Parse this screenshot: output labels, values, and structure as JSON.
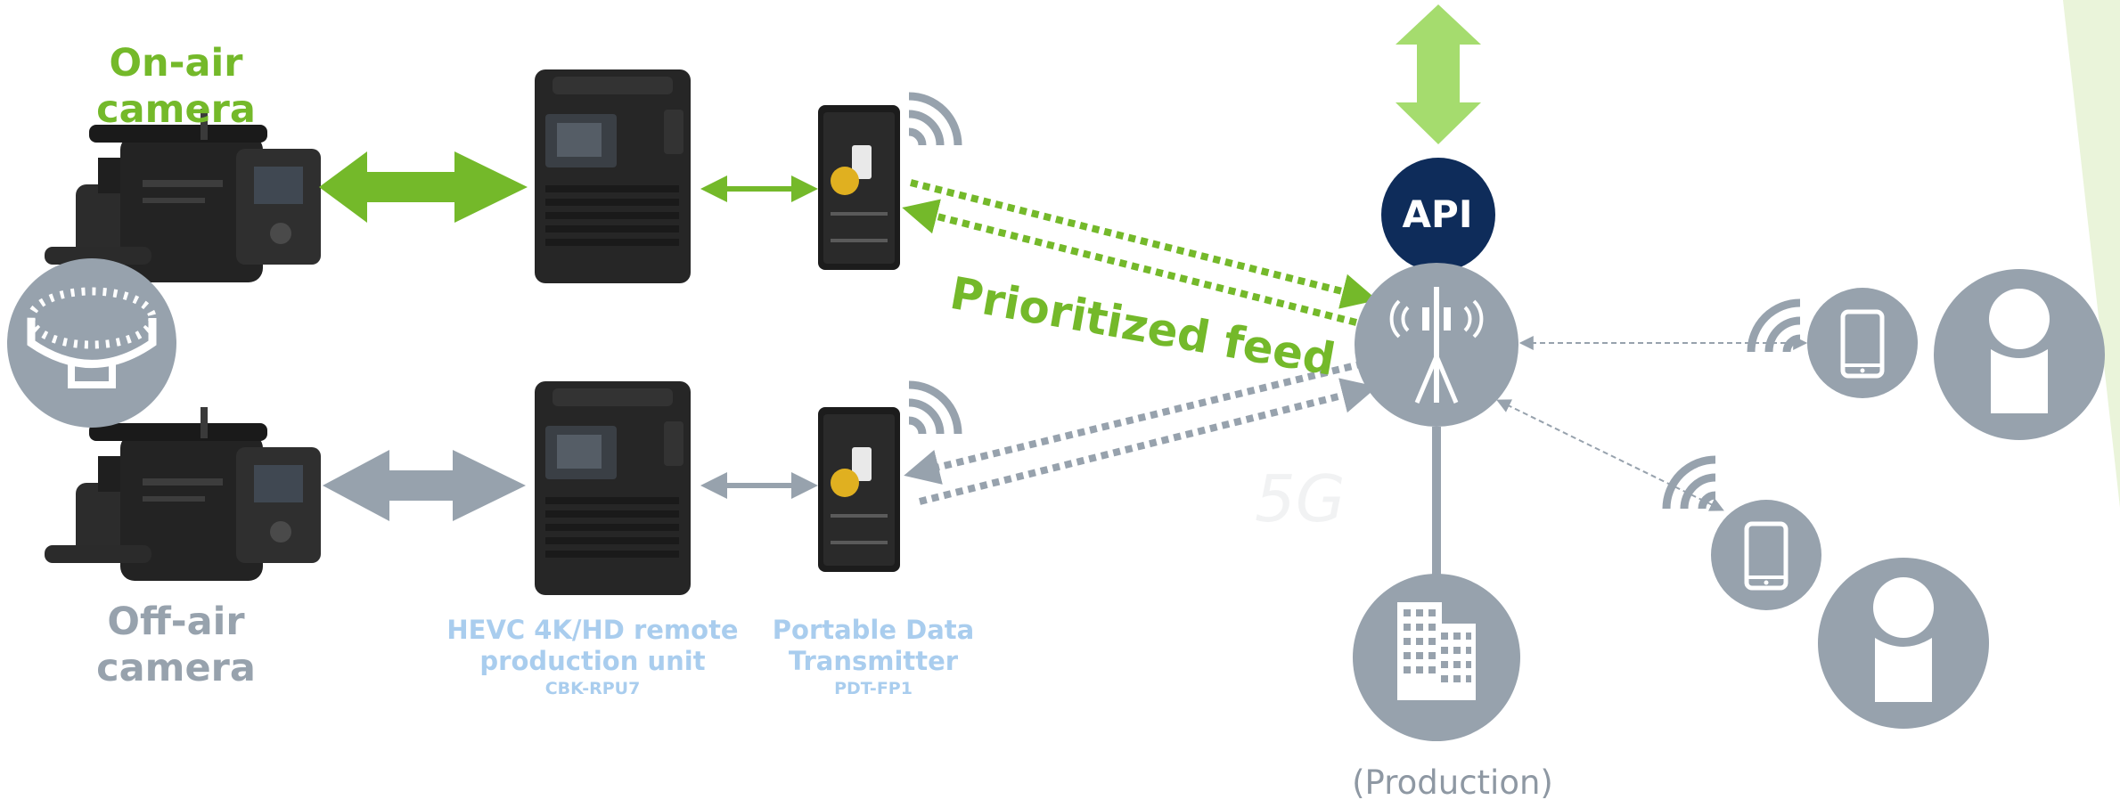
{
  "cameras": {
    "on_air": "On-air\ncamera",
    "off_air": "Off-air\ncamera"
  },
  "remote_unit": {
    "name": "HEVC 4K/HD remote\nproduction unit",
    "model": "CBK-RPU7"
  },
  "transmitter": {
    "name": "Portable Data\nTransmitter",
    "model": "PDT-FP1"
  },
  "network": {
    "api_label": "API",
    "priority_label": "Prioritized feed",
    "production_label": "(Production)"
  },
  "colors": {
    "green": "#74b92a",
    "light_green": "#a5dc6e",
    "gray": "#97a2ad",
    "navy": "#0e2c5a",
    "label_blue": "#a9cdee"
  },
  "icons": [
    "broadcast-camera-icon",
    "stadium-icon",
    "remote-production-unit-icon",
    "data-transmitter-icon",
    "wifi-signal-icon",
    "cell-tower-icon",
    "building-icon",
    "smartphone-icon",
    "person-icon"
  ]
}
